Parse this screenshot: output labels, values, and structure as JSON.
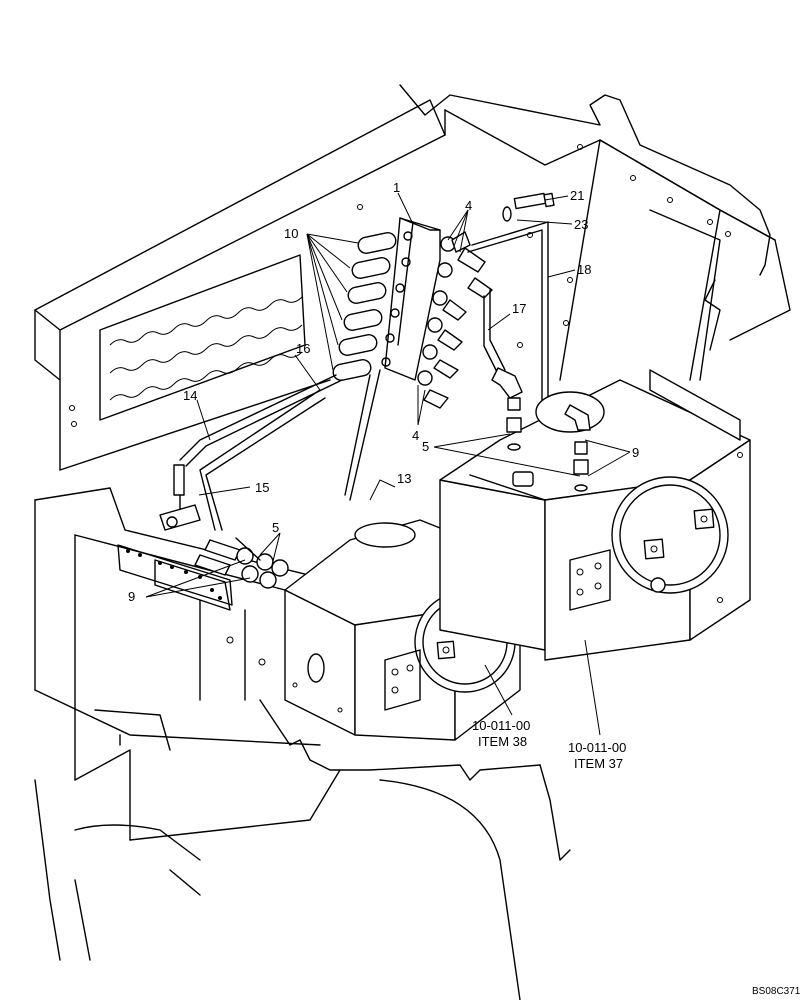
{
  "callouts": {
    "c1": "1",
    "c4a": "4",
    "c4b": "4",
    "c5a": "5",
    "c5b": "5",
    "c9a": "9",
    "c9b": "9",
    "c10": "10",
    "c13": "13",
    "c14": "14",
    "c15": "15",
    "c16": "16",
    "c17": "17",
    "c18": "18",
    "c21": "21",
    "c23": "23"
  },
  "references": {
    "left_line1": "10-011-00",
    "left_line2": "ITEM 38",
    "right_line1": "10-011-00",
    "right_line2": "ITEM 37"
  },
  "drawing_code": "BS08C371"
}
